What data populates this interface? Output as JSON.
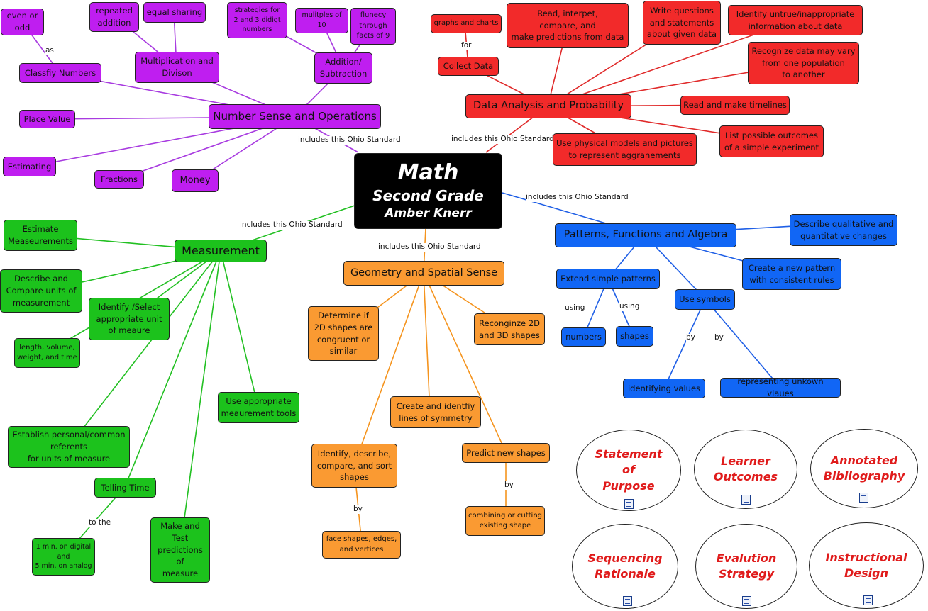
{
  "center": {
    "title": "Math",
    "subtitle": "Second Grade",
    "author": "Amber Knerr"
  },
  "link_label": "includes this Ohio Standard",
  "number_sense": {
    "main": "Number Sense and Operations",
    "even_odd": "even or\nodd",
    "as": "as",
    "classify": "Classfiy Numbers",
    "place_value": "Place Value",
    "estimating": "Estimating",
    "fractions": "Fractions",
    "money": "Money",
    "mult_div": "Multiplication and\nDivison",
    "repeated_addition": "repeated\naddition",
    "equal_sharing": "equal sharing",
    "add_sub": "Addition/\nSubtraction",
    "strategies": "strategies for\n2 and 3 didigt\nnumbers",
    "multiples_10": "mulitples of\n10",
    "fluency": "flunecy\nthrough\nfacts of 9"
  },
  "data_analysis": {
    "main": "Data Analysis and Probability",
    "graphs_charts": "graphs and charts",
    "for": "for",
    "collect": "Collect Data",
    "read_interpret": "Read, interpet,\ncompare, and\nmake predictions from data",
    "write_questions": "Write questions\nand statements\nabout given data",
    "untrue": "Identify untrue/inappropriate\ninformation about data",
    "vary": "Recognize data may vary\nfrom one population\nto another",
    "timelines": "Read and make timelines",
    "outcomes": "List possible outcomes\nof a simple experiment",
    "physical_models": "Use physical models and pictures\nto represent aggranements"
  },
  "patterns": {
    "main": "Patterns, Functions and Algebra",
    "qual_quant": "Describe qualitative and\nquantitative changes",
    "create_pattern": "Create a new pattern\nwith consistent rules",
    "extend": "Extend simple patterns",
    "using": "using",
    "numbers": "numbers",
    "shapes": "shapes",
    "symbols": "Use symbols",
    "by": "by",
    "identifying": "identifying values",
    "representing": "representing unkown vlaues"
  },
  "geometry": {
    "main": "Geometry and Spatial Sense",
    "congruent": "Determine if\n2D shapes are\ncongruent or\nsimilar",
    "recognize": "Reconginze 2D\nand 3D shapes",
    "symmetry": "Create and identfiy\nlines of symmetry",
    "sort": "Identify, describe,\ncompare, and sort\nshapes",
    "predict": "Predict new shapes",
    "by": "by",
    "faces": "face shapes, edges,\nand vertices",
    "combining": "combining or cutting\nexisting shape"
  },
  "measurement": {
    "main": "Measurement",
    "estimate": "Estimate\nMeaseurements",
    "describe_compare": "Describe and\nCompare units of\nmeasurement",
    "identify_select": "Identify /Select\nappropriate unit\nof meaure",
    "length": "length, volume,\nweight, and time",
    "tools": "Use appropriate\nmeaurement tools",
    "referents": "Establish personal/common\nreferents\nfor units of measure",
    "telling_time": "Telling Time",
    "to_the": "to the",
    "minutes": "1 min. on digital\nand\n5 min. on analog",
    "predictions": "Make and\nTest\npredictions\nof\nmeasure"
  },
  "resources": {
    "purpose": "Statement\nof\nPurpose",
    "outcomes": "Learner\nOutcomes",
    "bibliography": "Annotated\nBibliography",
    "sequencing": "Sequencing\nRationale",
    "evaluation": "Evalution\nStrategy",
    "instructional": "Instructional\nDesign"
  },
  "colors": {
    "purple": "#bf1ef0",
    "red": "#f22a2a",
    "green": "#1cc21c",
    "orange": "#fa9a32",
    "blue": "#1166f5",
    "center": "#000000",
    "resource_text": "#e01b1b"
  }
}
